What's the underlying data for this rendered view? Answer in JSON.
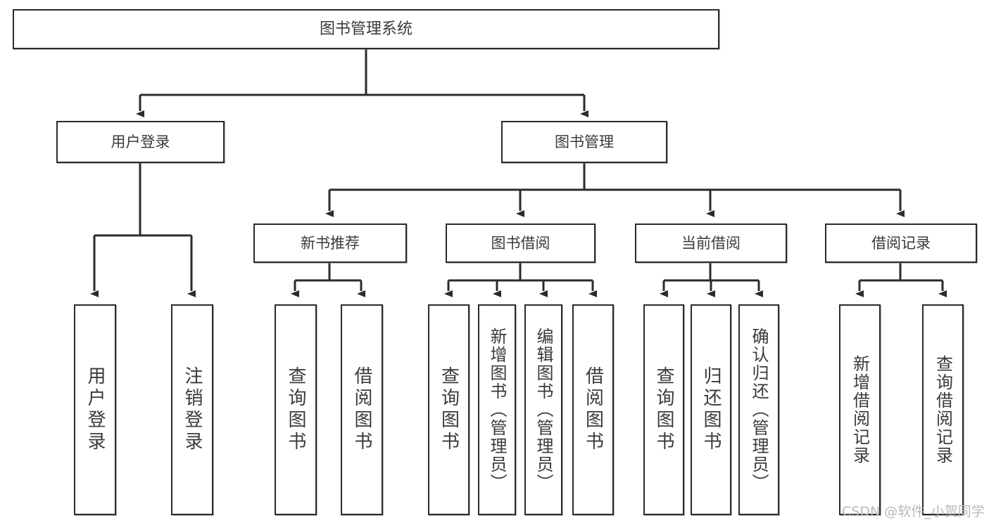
{
  "diagram": {
    "title": "图书管理系统",
    "type": "hierarchy-structure-chart",
    "colors": {
      "box_border": "#2b2b2b",
      "box_fill": "#ffffff",
      "connector": "#2b2b2b",
      "text": "#3a3a3a",
      "watermark": "#b9b9b9",
      "background": "#ffffff"
    },
    "watermark": "CSDN @软件_小贺同学",
    "nodes": {
      "root": {
        "label": "图书管理系统"
      },
      "level2": [
        {
          "label": "用户登录"
        },
        {
          "label": "图书管理"
        }
      ],
      "level3": [
        {
          "label": "新书推荐"
        },
        {
          "label": "图书借阅"
        },
        {
          "label": "当前借阅"
        },
        {
          "label": "借阅记录"
        }
      ],
      "leaves": {
        "user_login": [
          {
            "label": "用户登录"
          },
          {
            "label": "注销登录"
          }
        ],
        "new_book": [
          {
            "label": "查询图书"
          },
          {
            "label": "借阅图书"
          }
        ],
        "book_borrow": [
          {
            "label": "查询图书"
          },
          {
            "label": "新增图书（管理员）"
          },
          {
            "label": "编辑图书（管理员）"
          },
          {
            "label": "借阅图书"
          }
        ],
        "current_borrow": [
          {
            "label": "查询图书"
          },
          {
            "label": "归还图书"
          },
          {
            "label": "确认归还（管理员）"
          }
        ],
        "borrow_record": [
          {
            "label": "新增借阅记录"
          },
          {
            "label": "查询借阅记录"
          }
        ]
      }
    }
  }
}
